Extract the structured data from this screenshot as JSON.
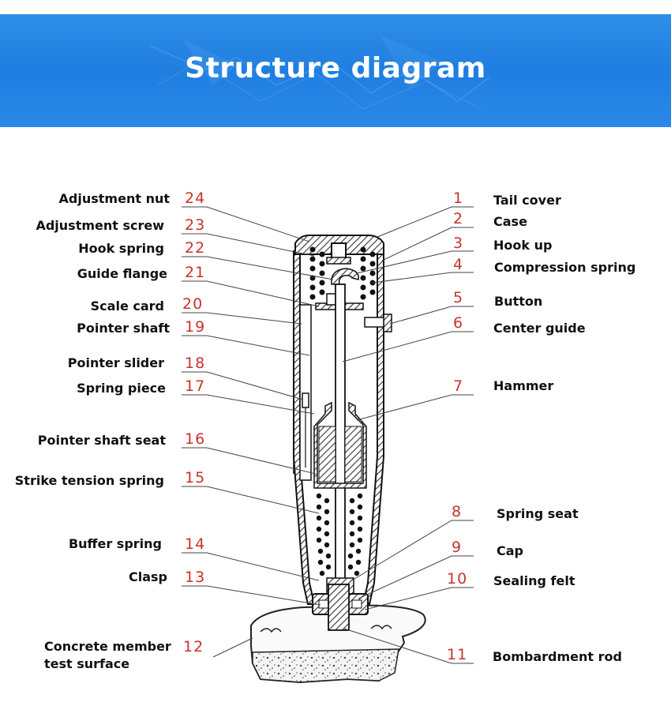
{
  "title": "Structure diagram",
  "left_labels": [
    {
      "num": "24",
      "name": "Adjustment nut"
    },
    {
      "num": "23",
      "name": "Adjustment screw"
    },
    {
      "num": "22",
      "name": "Hook spring"
    },
    {
      "num": "21",
      "name": "Guide flange"
    },
    {
      "num": "20",
      "name": "Scale card"
    },
    {
      "num": "19",
      "name": "Pointer shaft"
    },
    {
      "num": "18",
      "name": "Pointer slider"
    },
    {
      "num": "17",
      "name": "Spring piece"
    },
    {
      "num": "16",
      "name": "Pointer shaft seat"
    },
    {
      "num": "15",
      "name": "Strike tension spring"
    },
    {
      "num": "14",
      "name": "Buffer spring"
    },
    {
      "num": "13",
      "name": "Clasp"
    },
    {
      "num": "12",
      "name": "Concrete member",
      "name2": "test surface"
    }
  ],
  "right_labels": [
    {
      "num": "1",
      "name": "Tail cover"
    },
    {
      "num": "2",
      "name": "Case"
    },
    {
      "num": "3",
      "name": "Hook up"
    },
    {
      "num": "4",
      "name": "Compression spring"
    },
    {
      "num": "5",
      "name": "Button"
    },
    {
      "num": "6",
      "name": "Center guide"
    },
    {
      "num": "7",
      "name": "Hammer"
    },
    {
      "num": "8",
      "name": "Spring seat"
    },
    {
      "num": "9",
      "name": "Cap"
    },
    {
      "num": "10",
      "name": "Sealing felt"
    },
    {
      "num": "11",
      "name": "Bombardment rod"
    }
  ],
  "colors": {
    "banner": "#1f7ee0",
    "number": "#c8322c",
    "label": "#111111"
  }
}
